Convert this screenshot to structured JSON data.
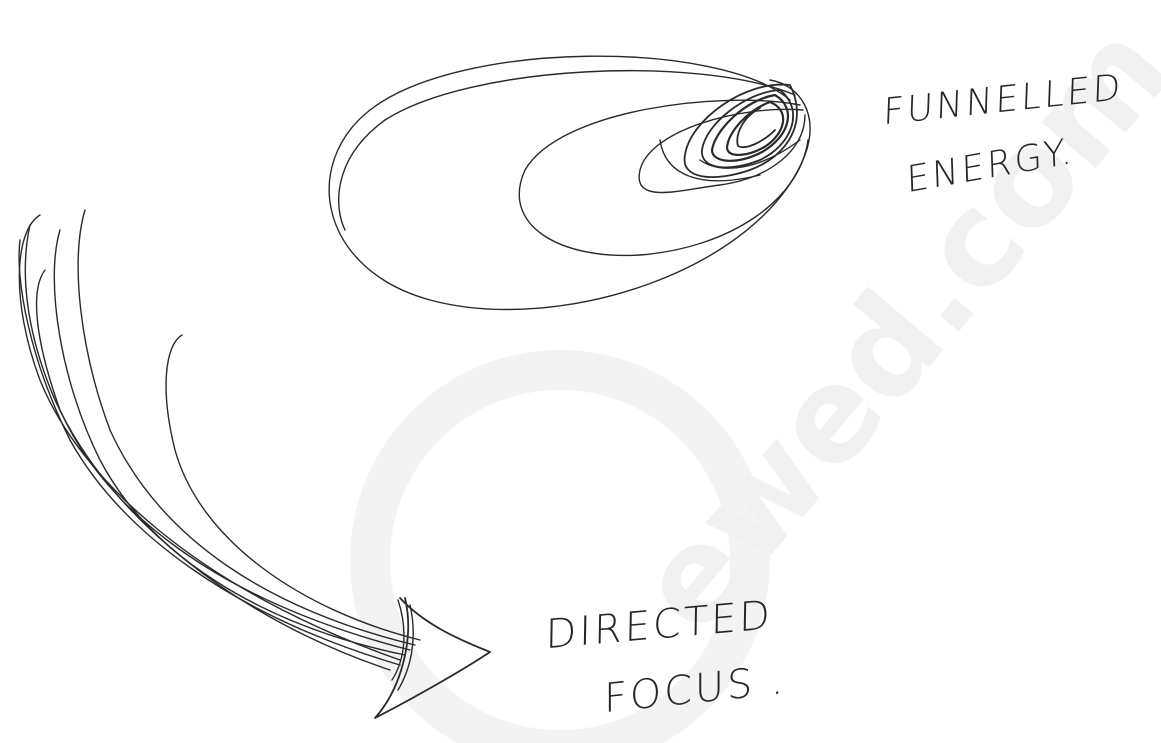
{
  "labels": {
    "funnelled": "FUNNELLED",
    "energy": "ENERGY.",
    "directed": "DIRECTED",
    "focus": "FOCUS ."
  },
  "watermark": {
    "text": "ewed.com",
    "color": "#f1f1f1"
  },
  "colors": {
    "ink": "#2a2a2a",
    "background": "#ffffff"
  }
}
